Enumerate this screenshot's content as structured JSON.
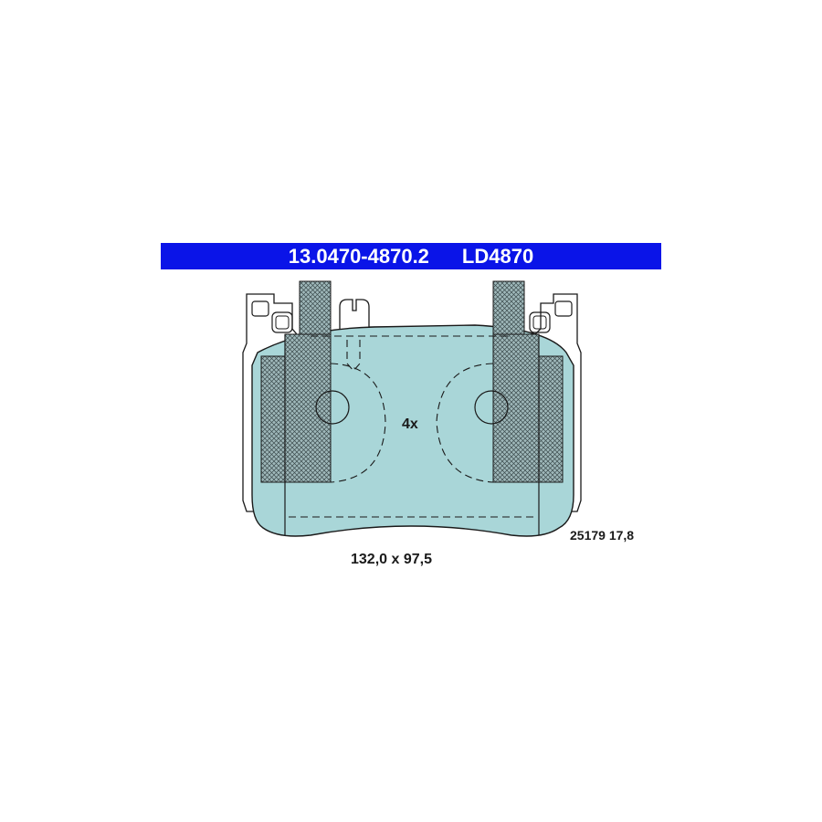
{
  "header": {
    "part_number": "13.0470-4870.2",
    "model_code": "LD4870"
  },
  "labels": {
    "quantity": "4x",
    "reference": "25179 17,8",
    "dimensions": "132,0 x 97,5"
  },
  "colors": {
    "header_bg": "#0a14e8",
    "header_text": "#ffffff",
    "pad_fill": "#a9d6d8",
    "hatch_fill": "#8aa3a6",
    "outline": "#1a1a1a"
  }
}
